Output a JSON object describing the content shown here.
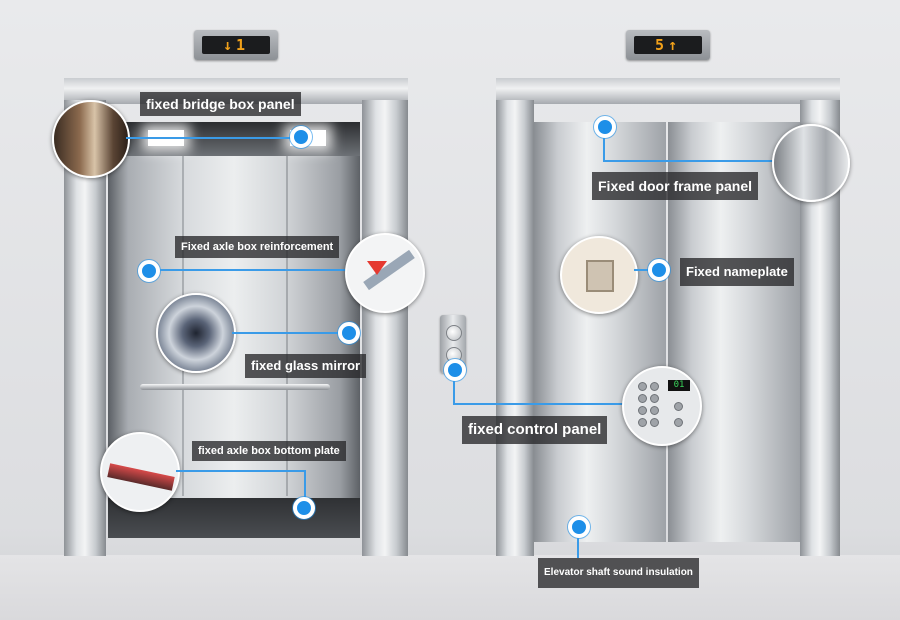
{
  "indicators": {
    "left": "↓1",
    "right": "5↑"
  },
  "labels": {
    "fixed_bridge_box_panel": "fixed bridge box panel",
    "fixed_axle_box_reinforcement": "Fixed axle box reinforcement",
    "fixed_glass_mirror": "fixed glass mirror",
    "fixed_axle_box_bottom_plate": "fixed axle box bottom plate",
    "fixed_door_frame_panel": "Fixed door frame panel",
    "fixed_nameplate": "Fixed nameplate",
    "fixed_control_panel": "fixed control panel",
    "elevator_shaft_sound_insulation": "Elevator shaft sound insulation"
  },
  "control_panel_display": "01",
  "colors": {
    "callout_blue": "#1e8fe8",
    "label_background": "#28282a",
    "floor_indicator_text": "#f2a11a"
  }
}
